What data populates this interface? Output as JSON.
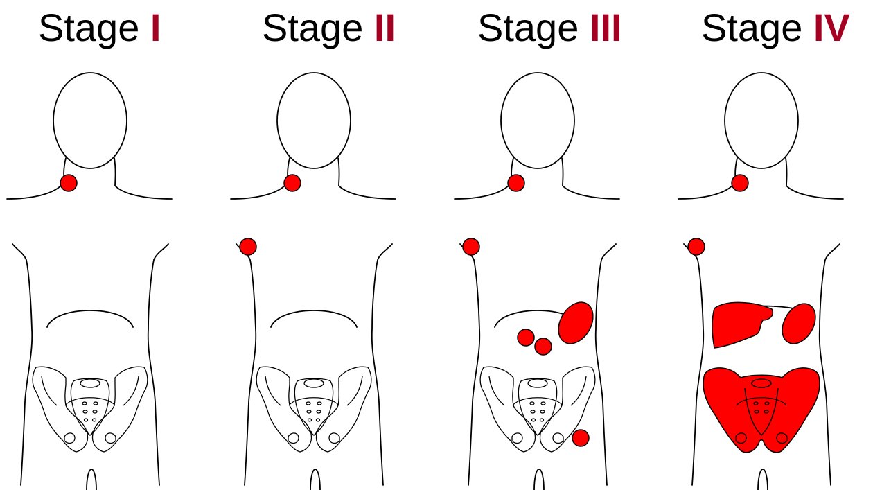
{
  "stages": [
    {
      "word": "Stage",
      "numeral": "I"
    },
    {
      "word": "Stage",
      "numeral": "II"
    },
    {
      "word": "Stage",
      "numeral": "III"
    },
    {
      "word": "Stage",
      "numeral": "IV"
    }
  ],
  "colors": {
    "numeral": "#a50021",
    "involvement": "#ff0000",
    "outline": "#000000"
  }
}
